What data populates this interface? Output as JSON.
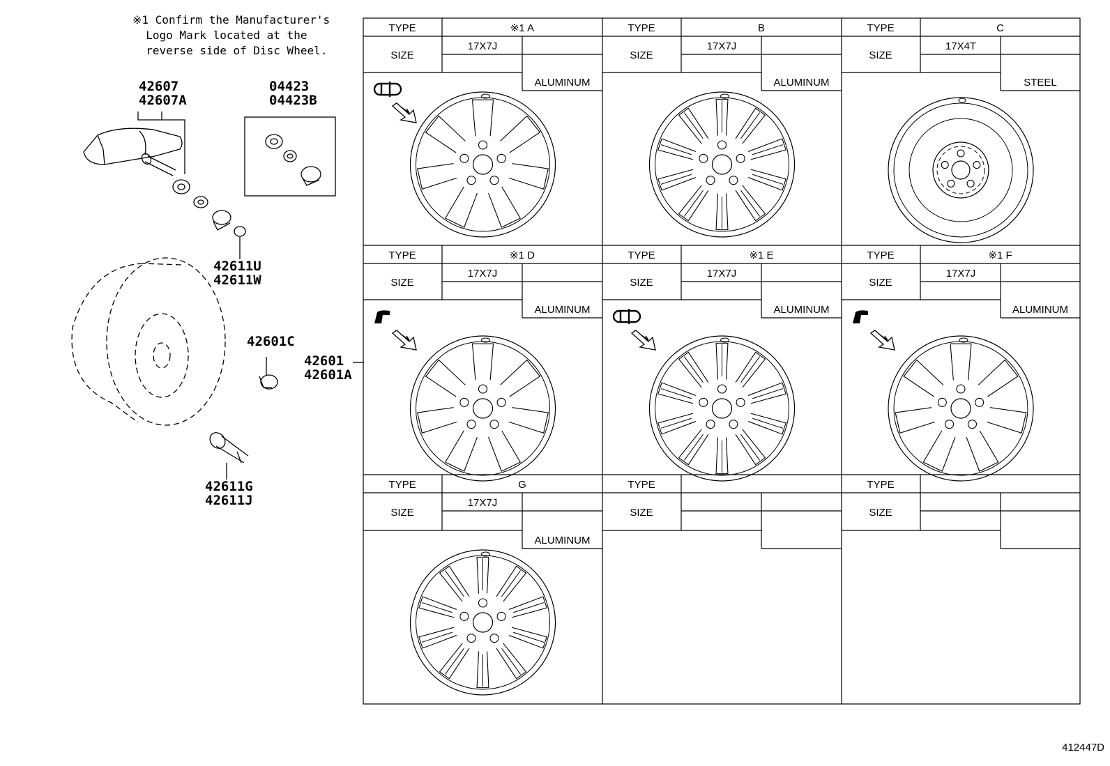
{
  "note": {
    "line1": "※1 Confirm the Manufacturer's",
    "line2": "Logo Mark located at the",
    "line3": "reverse side of Disc Wheel."
  },
  "part_numbers": {
    "sensor": [
      "42607",
      "42607A"
    ],
    "valve_kit": [
      "04423",
      "04423B"
    ],
    "valve_cap": [
      "42611U",
      "42611W"
    ],
    "hub_nut": "42601C",
    "wheel": [
      "42601",
      "42601A"
    ],
    "valve": [
      "42611G",
      "42611J"
    ]
  },
  "labels": {
    "type": "TYPE",
    "size": "SIZE"
  },
  "wheels": [
    {
      "type": "※1  A",
      "size": "17X7J",
      "material": "ALUMINUM",
      "mark": "valve"
    },
    {
      "type": "B",
      "size": "17X7J",
      "material": "ALUMINUM",
      "mark": ""
    },
    {
      "type": "C",
      "size": "17X4T",
      "material": "STEEL",
      "mark": ""
    },
    {
      "type": "※1  D",
      "size": "17X7J",
      "material": "ALUMINUM",
      "mark": "L"
    },
    {
      "type": "※1  E",
      "size": "17X7J",
      "material": "ALUMINUM",
      "mark": "valve"
    },
    {
      "type": "※1  F",
      "size": "17X7J",
      "material": "ALUMINUM",
      "mark": "L"
    },
    {
      "type": "G",
      "size": "17X7J",
      "material": "ALUMINUM",
      "mark": ""
    },
    {
      "type": "",
      "size": "",
      "material": "",
      "mark": ""
    },
    {
      "type": "",
      "size": "",
      "material": "",
      "mark": ""
    }
  ],
  "diagram_id": "412447D"
}
